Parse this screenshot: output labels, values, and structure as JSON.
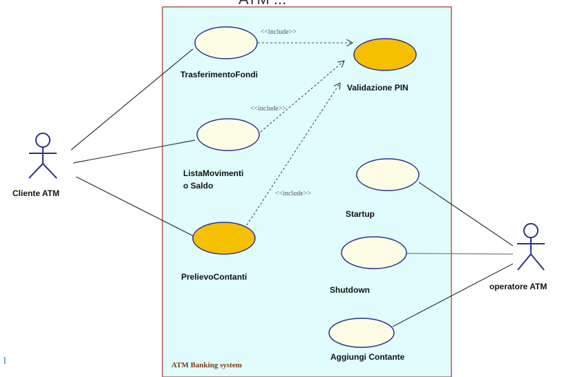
{
  "diagram": {
    "header_fragment": "ATM ...",
    "system_name": "ATM Banking system",
    "colors": {
      "system_fill": "#e0fcfc",
      "system_border": "#b05a5a",
      "usecase_fill": "#fdfde6",
      "usecase_highlight": "#f5c000",
      "usecase_border": "#2b2f8c",
      "actor": "#2b2f8c"
    },
    "actors": {
      "cliente": "Cliente ATM",
      "operatore": "operatore ATM"
    },
    "use_cases": {
      "trasferimento": "TrasferimentoFondi",
      "validazione": "Validazione PIN",
      "lista_line1": "ListaMovimenti",
      "lista_line2": "o Saldo",
      "prelievo": "PrelievoContanti",
      "startup": "Startup",
      "shutdown": "Shutdown",
      "aggiungi": "Aggiungi Contante"
    },
    "include_label": "<<include>>"
  }
}
